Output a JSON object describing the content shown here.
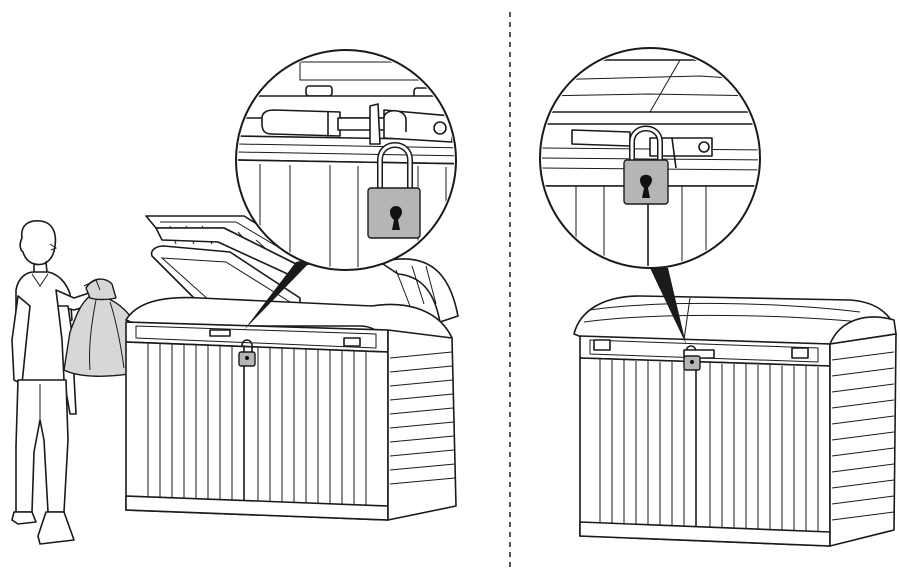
{
  "figure": {
    "panels": [
      {
        "id": "open",
        "state": "lid open, person depositing bag, padlock on hasp (inset)"
      },
      {
        "id": "closed",
        "state": "lid closed, padlock locked (inset)"
      }
    ],
    "icons": [
      "person-icon",
      "trash-bag-icon",
      "storage-box-icon",
      "padlock-icon",
      "magnifier-callout-icon"
    ],
    "colors": {
      "line": "#1a1a1a",
      "lock_fill": "#b5b5b5",
      "bag_fill": "#d7d7d7",
      "background": "#ffffff"
    }
  }
}
